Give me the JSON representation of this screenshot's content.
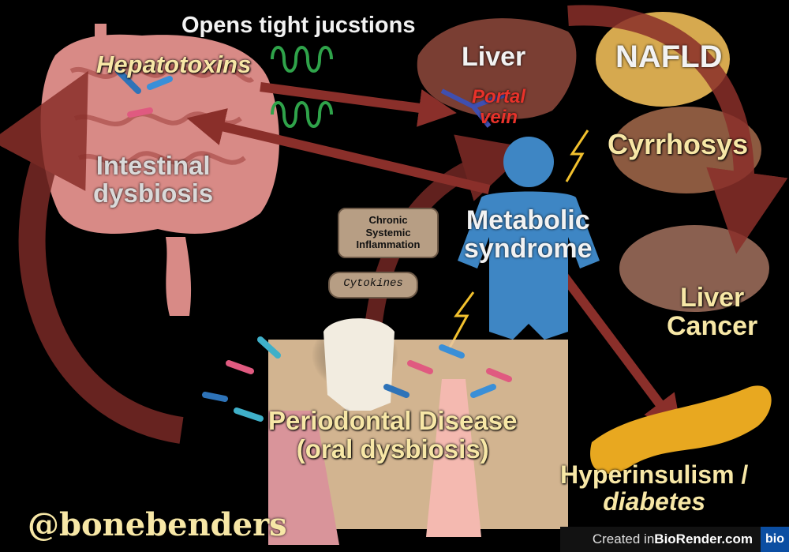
{
  "labels": {
    "opens_tight_junctions": "Opens tight jucstions",
    "hepatotoxins": "Hepatotoxins",
    "liver": "Liver",
    "portal_vein": [
      "Portal",
      "vein"
    ],
    "nafld": "NAFLD",
    "cyrrhosys": "Cyrrhosys",
    "intestinal_dysbiosis": [
      "Intestinal",
      "dysbiosis"
    ],
    "metabolic_syndrome": [
      "Metabolic",
      "syndrome"
    ],
    "chronic_inflammation": [
      "Chronic",
      "Systemic",
      "Inflammation"
    ],
    "cytokines": "Cytokines",
    "liver_cancer": [
      "Liver",
      "Cancer"
    ],
    "periodontal_disease": [
      "Periodontal Disease",
      "(oral dysbiosis)"
    ],
    "hyperinsulism": [
      "Hyperinsulism /",
      "diabetes"
    ],
    "handle": "@bonebenders"
  },
  "credit": {
    "prefix": "Created in ",
    "brand": "BioRender.com",
    "logo": "bio"
  },
  "colors": {
    "arrow": "#8a2f2a",
    "label_cream": "#f7e7a6",
    "person": "#3e86c4",
    "pancreas": "#e8a820",
    "lightning": "#f2c12e"
  }
}
